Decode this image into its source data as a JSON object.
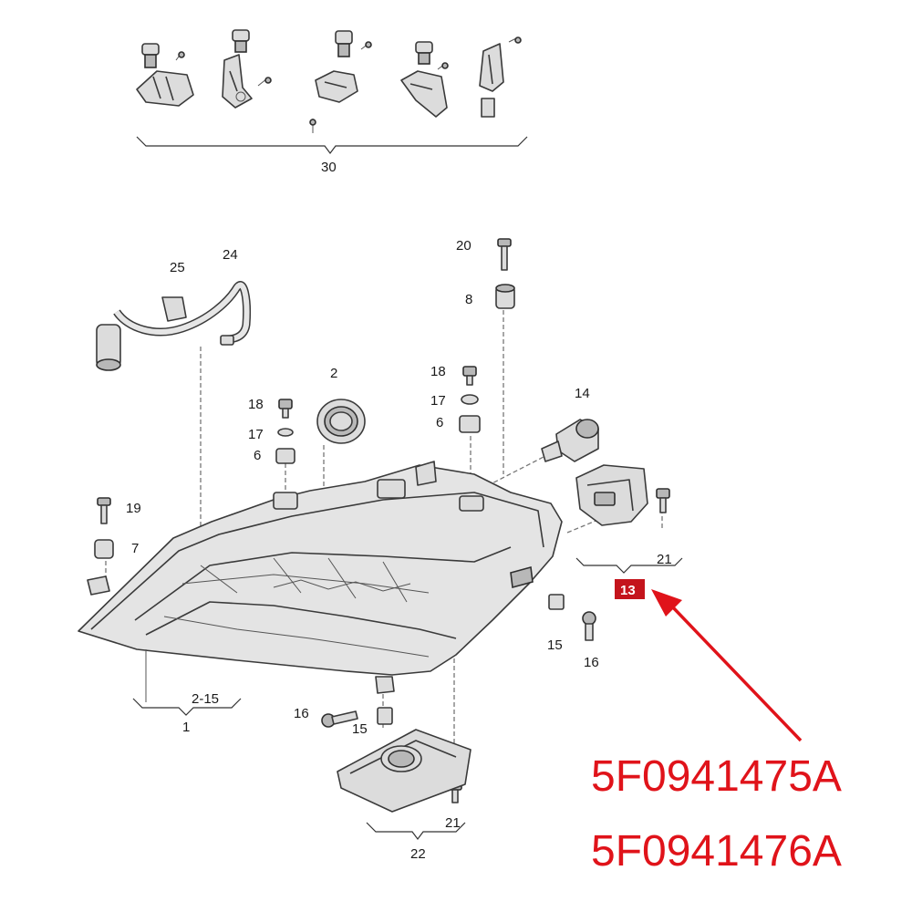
{
  "callouts": {
    "c30": "30",
    "c20": "20",
    "c8": "8",
    "c25": "25",
    "c24": "24",
    "c2": "2",
    "c18a": "18",
    "c17a": "17",
    "c6a": "6",
    "c18b": "18",
    "c17b": "17",
    "c6b": "6",
    "c14": "14",
    "c19": "19",
    "c7": "7",
    "c21a": "21",
    "c13": "13",
    "c15a": "15",
    "c16a": "16",
    "c2_15": "2-15",
    "c1": "1",
    "c16b": "16",
    "c15b": "15",
    "c21b": "21",
    "c22": "22"
  },
  "part_numbers": {
    "left": "5F0941475A",
    "right": "5F0941476A"
  },
  "colors": {
    "highlight": "#c4141c",
    "annotation": "#e0131a"
  }
}
